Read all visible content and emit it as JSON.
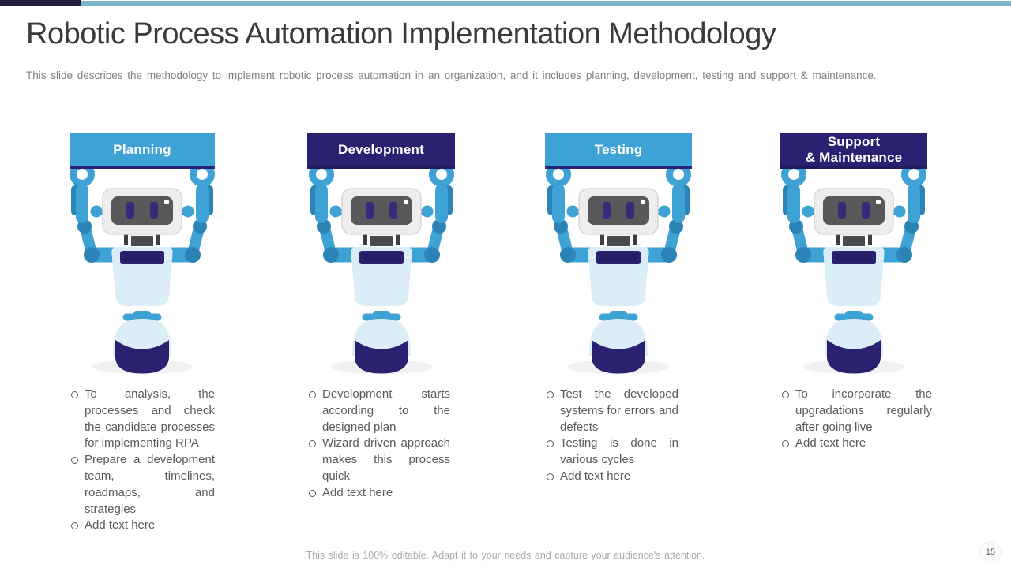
{
  "slide": {
    "title": "Robotic Process Automation Implementation Methodology",
    "subtitle": "This slide describes the methodology to implement robotic process automation in an organization, and it includes planning, development, testing and support & maintenance.",
    "footer": "This slide is 100% editable. Adapt it to your needs and capture your audience's attention.",
    "page_number": "15"
  },
  "colors": {
    "accent_blue": "#3EA2D4",
    "accent_navy": "#2A2171",
    "robot_body": "#DBEDF7",
    "top_bar_dark": "#241F3F",
    "top_bar_light": "#7CB4C8",
    "body_text": "#595959",
    "footer_text": "#ABABAB"
  },
  "columns": [
    {
      "label": "Planning",
      "style": "blue",
      "bullets": [
        "To analysis, the processes and check the candidate processes for implementing RPA",
        "Prepare a development team, timelines, roadmaps, and strategies",
        "Add text here"
      ]
    },
    {
      "label": "Development",
      "style": "navy",
      "bullets": [
        "Development starts according to the designed plan",
        "Wizard driven approach makes this process quick",
        "Add text here"
      ]
    },
    {
      "label": "Testing",
      "style": "blue",
      "bullets": [
        "Test the developed systems for errors and defects",
        "Testing is done in various cycles",
        "Add text here"
      ]
    },
    {
      "label": "Support\n& Maintenance",
      "style": "navy",
      "bullets": [
        "To incorporate the upgradations regularly after going live",
        "Add text here"
      ]
    }
  ]
}
